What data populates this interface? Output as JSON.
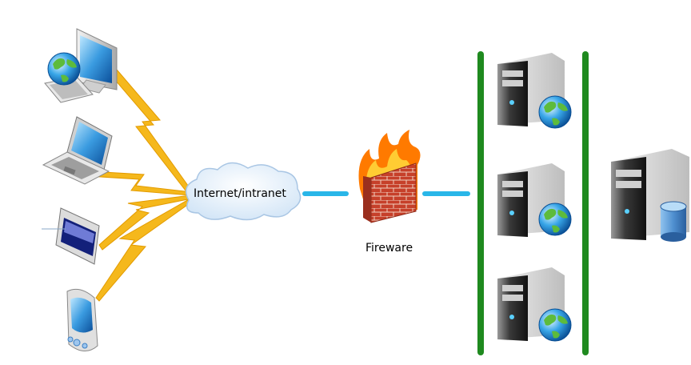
{
  "diagram": {
    "cloud": {
      "label": "Internet/intranet"
    },
    "firewall": {
      "label": "Fireware"
    },
    "client_devices": [
      "desktop",
      "laptop",
      "tablet",
      "pda"
    ],
    "servers": [
      "web-server-1",
      "web-server-2",
      "web-server-3"
    ],
    "colors": {
      "lightning": "#f5b81c",
      "link": "#29b6e8",
      "bus": "#1f8a1f",
      "brick": "#c6402a",
      "flame": "#ff7a00"
    },
    "icons": [
      "globe-icon",
      "monitor-icon",
      "laptop-icon",
      "tablet-icon",
      "pda-icon",
      "server-icon",
      "database-icon",
      "firewall-icon",
      "cloud-icon"
    ]
  }
}
